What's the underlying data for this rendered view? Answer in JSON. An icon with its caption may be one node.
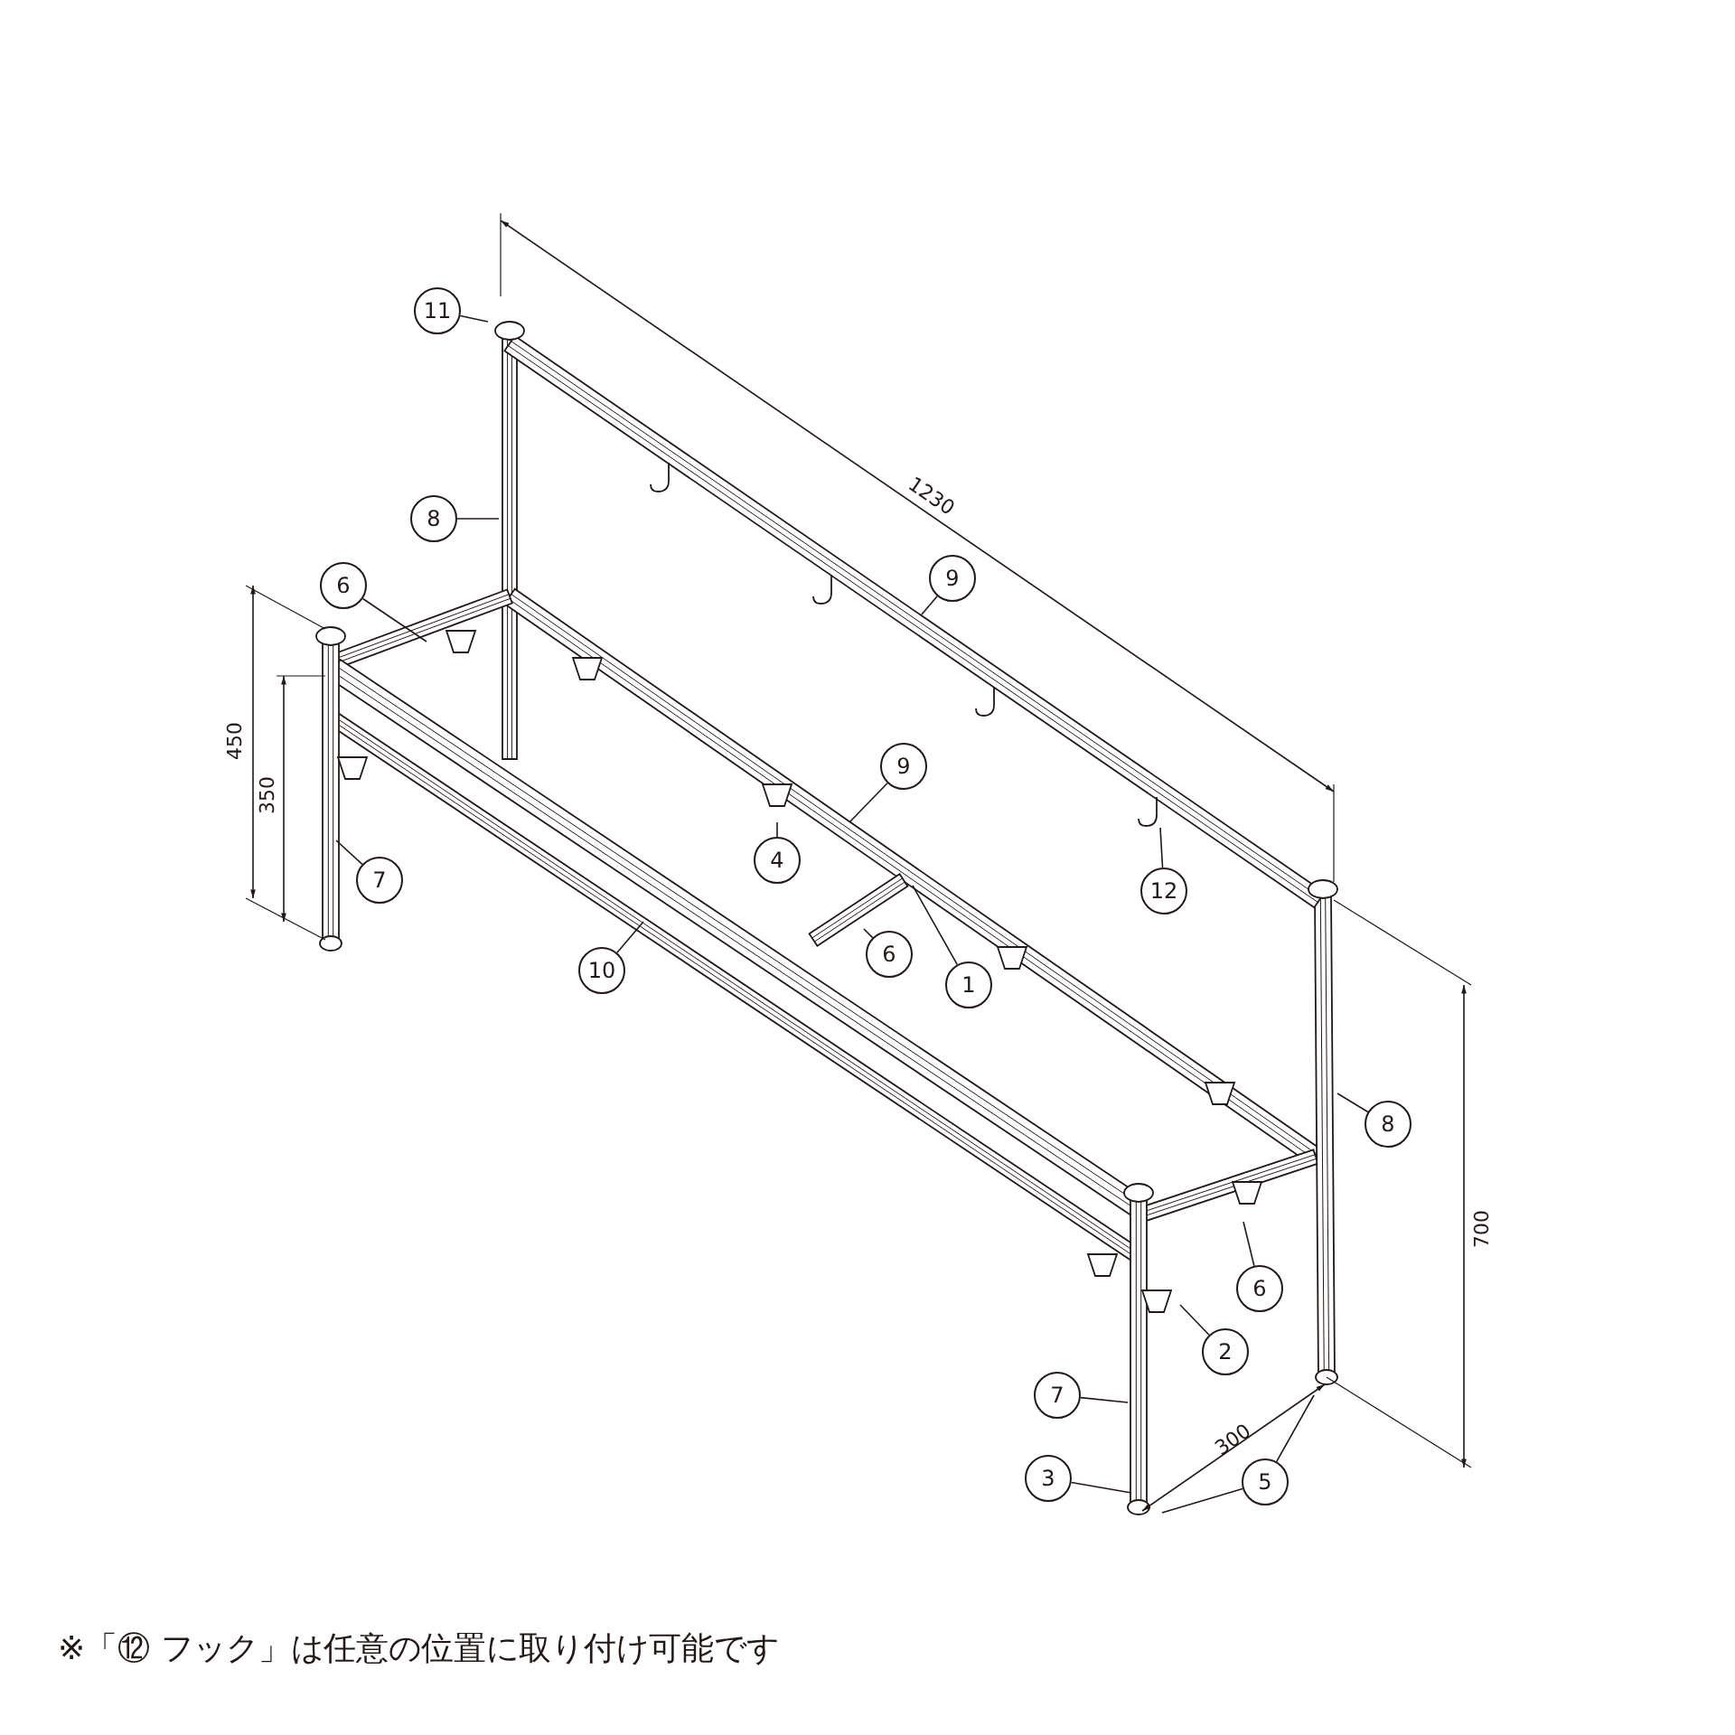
{
  "diagram": {
    "caption": "※「⑫ フック」は任意の位置に取り付け可能です",
    "nodes": [
      {
        "text": [
          "11"
        ]
      },
      {
        "text": [
          "8"
        ]
      },
      {
        "text": [
          "9"
        ]
      },
      {
        "text": [
          "6"
        ]
      },
      {
        "text": [
          "9"
        ]
      },
      {
        "text": [
          "4"
        ]
      },
      {
        "text": [
          "7"
        ]
      },
      {
        "text": [
          "12"
        ]
      },
      {
        "text": [
          "6"
        ]
      },
      {
        "text": [
          "10"
        ]
      },
      {
        "text": [
          "1"
        ]
      },
      {
        "text": [
          "8"
        ]
      },
      {
        "text": [
          "6"
        ]
      },
      {
        "text": [
          "2"
        ]
      },
      {
        "text": [
          "7"
        ]
      },
      {
        "text": [
          "3"
        ]
      },
      {
        "text": [
          "5"
        ]
      }
    ],
    "edges": [
      {
        "from": 0,
        "to": null,
        "arrow": "none"
      },
      {
        "from": 1,
        "to": null,
        "arrow": "none"
      },
      {
        "from": 2,
        "to": null,
        "arrow": "none"
      },
      {
        "from": 3,
        "to": null,
        "arrow": "none"
      },
      {
        "from": 4,
        "to": null,
        "arrow": "none"
      },
      {
        "from": 5,
        "to": null,
        "arrow": "none"
      },
      {
        "from": 6,
        "to": null,
        "arrow": "none"
      },
      {
        "from": 7,
        "to": null,
        "arrow": "none"
      },
      {
        "from": 8,
        "to": null,
        "arrow": "none"
      },
      {
        "from": 9,
        "to": null,
        "arrow": "none"
      },
      {
        "from": 10,
        "to": null,
        "arrow": "none"
      },
      {
        "from": 11,
        "to": null,
        "arrow": "none"
      },
      {
        "from": 12,
        "to": null,
        "arrow": "none"
      },
      {
        "from": 13,
        "to": null,
        "arrow": "none"
      },
      {
        "from": 14,
        "to": null,
        "arrow": "none"
      },
      {
        "from": 15,
        "to": null,
        "arrow": "none"
      },
      {
        "from": 16,
        "to": null,
        "arrow": "none"
      },
      {
        "from": 16,
        "to": null,
        "arrow": "none"
      }
    ],
    "labels": [
      "1230",
      "450",
      "350",
      "700",
      "300"
    ]
  }
}
